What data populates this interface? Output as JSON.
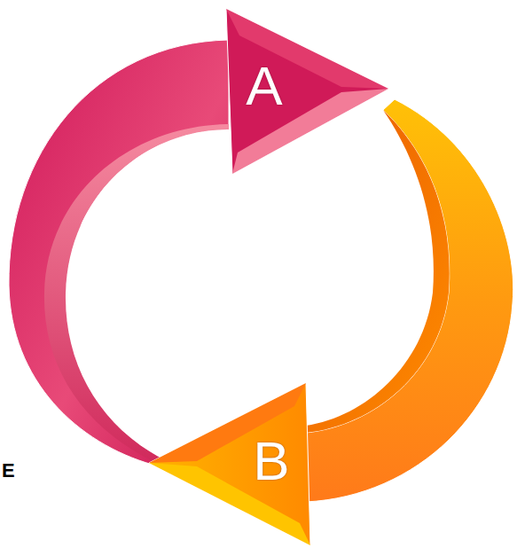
{
  "diagram": {
    "nodes": [
      {
        "text": [
          "A"
        ]
      },
      {
        "text": [
          "B"
        ]
      }
    ],
    "labels": [
      "E"
    ]
  }
}
